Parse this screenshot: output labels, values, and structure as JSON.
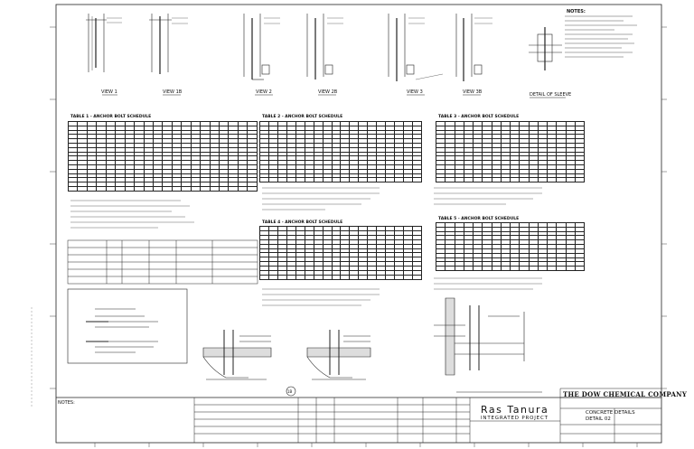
{
  "titleblock": {
    "company": "THE DOW CHEMICAL COMPANY",
    "project": "Ras Tanura",
    "subproject": "INTEGRATED PROJECT",
    "drawing_title_1": "CONCRETE DETAILS",
    "drawing_title_2": "DETAIL 02"
  },
  "notes_label": "NOTES:",
  "views": {
    "view_a": "VIEW 1",
    "view_b": "VIEW 1B",
    "view_c": "VIEW 2",
    "view_d": "VIEW 2B",
    "view_e": "VIEW 3",
    "view_f": "VIEW 3B",
    "detail_sleeve": "DETAIL OF SLEEVE"
  },
  "table_titles": {
    "t1": "TABLE 1 - ANCHOR BOLT SCHEDULE",
    "t2": "TABLE 2 - ANCHOR BOLT SCHEDULE",
    "t3": "TABLE 3 - ANCHOR BOLT SCHEDULE",
    "t4": "TABLE 4 - ANCHOR BOLT SCHEDULE",
    "t5": "TABLE 5 - ANCHOR BOLT SCHEDULE"
  },
  "revision_marker": "1B"
}
